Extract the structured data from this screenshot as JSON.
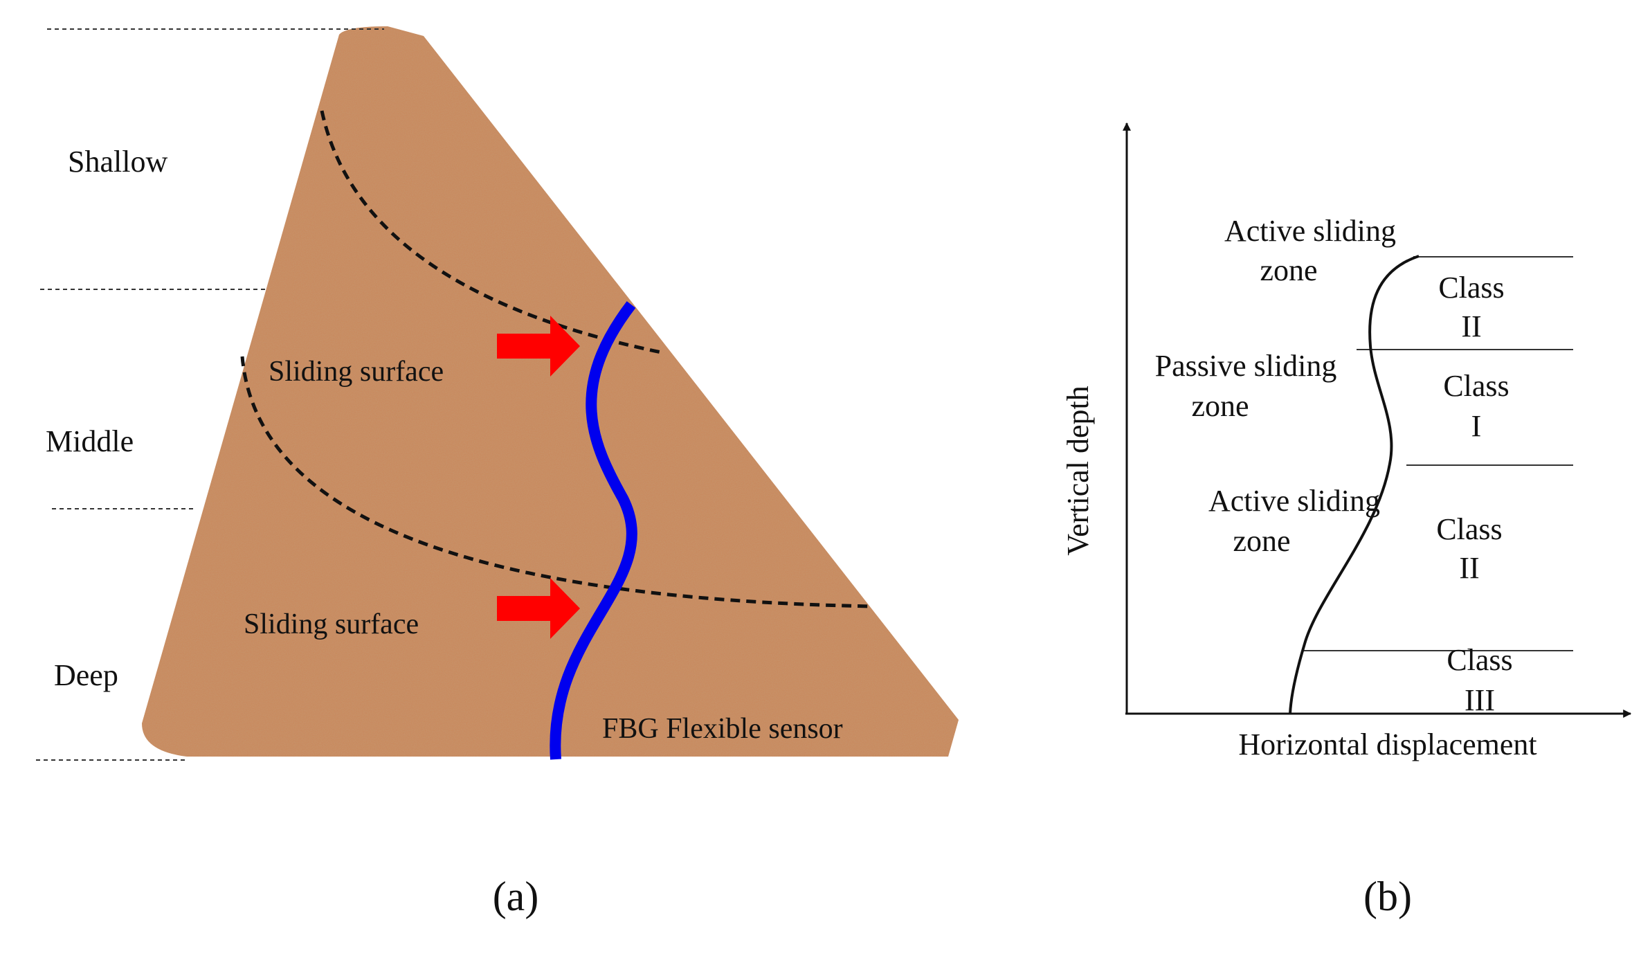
{
  "panel_a": {
    "caption": "(a)",
    "depth_labels": {
      "shallow": "Shallow",
      "middle": "Middle",
      "deep": "Deep"
    },
    "sliding_surface_upper": "Sliding surface",
    "sliding_surface_lower": "Sliding surface",
    "sensor_label": "FBG Flexible sensor"
  },
  "panel_b": {
    "caption": "(b)",
    "y_axis_label": "Vertical depth",
    "x_axis_label": "Horizontal displacement",
    "zone_active_top": [
      "Active sliding",
      "zone"
    ],
    "zone_passive": [
      "Passive sliding",
      "zone"
    ],
    "zone_active_bottom": [
      "Active sliding",
      "zone"
    ],
    "class_top": [
      "Class",
      "II"
    ],
    "class_mid": [
      "Class",
      "I"
    ],
    "class_lower": [
      "Class",
      "II"
    ],
    "class_bottom": [
      "Class",
      "III"
    ]
  },
  "colors": {
    "soil": "#c98a5e",
    "sensor": "#0000ee",
    "arrow": "#ff0000",
    "line": "#111111"
  },
  "icons": {
    "arrow": "arrow-right-icon"
  }
}
